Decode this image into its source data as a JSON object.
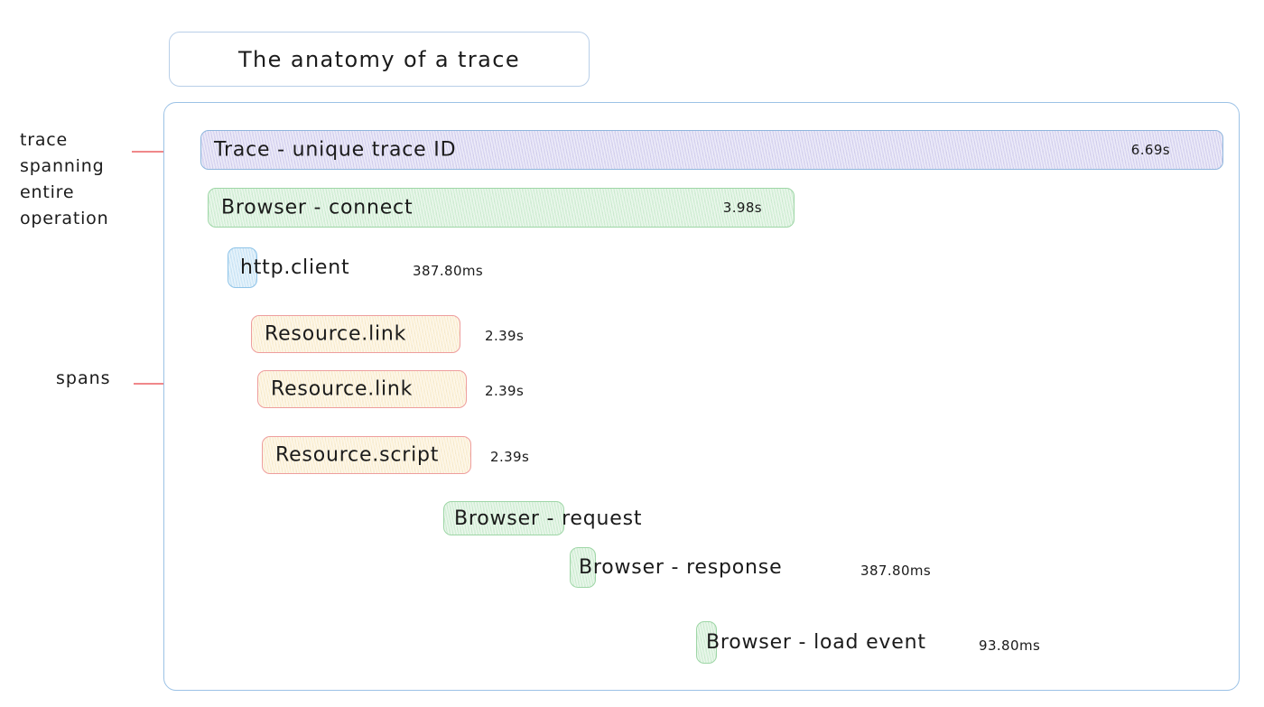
{
  "title": {
    "text": "The anatomy of a trace"
  },
  "annotations": {
    "trace_label": "trace spanning entire operation",
    "spans_label": "spans"
  },
  "colors": {
    "container_border": "#9cc2e6",
    "title_border": "#b9cfe8",
    "bracket_red": "#f0888a",
    "trace_fill": "#d9d6f2",
    "trace_border": "#8fb6dd",
    "browser_fill": "#d4f0d8",
    "browser_border": "#9ed6a6",
    "http_fill": "#cfe8f8",
    "http_border": "#8fc4e8",
    "resource_fill": "#fcf0d4",
    "resource_border": "#ee9e9e"
  },
  "rows": [
    {
      "name": "trace-root",
      "label": "Trace - unique trace ID",
      "duration": "6.69s",
      "duration_inside": true,
      "kind": "trace"
    },
    {
      "name": "browser-connect",
      "label": "Browser - connect",
      "duration": "3.98s",
      "duration_inside": true,
      "kind": "browser"
    },
    {
      "name": "http-client",
      "label": "http.client",
      "duration": "387.80ms",
      "duration_inside": false,
      "kind": "http"
    },
    {
      "name": "resource-link-1",
      "label": "Resource.link",
      "duration": "2.39s",
      "duration_inside": false,
      "kind": "resource"
    },
    {
      "name": "resource-link-2",
      "label": "Resource.link",
      "duration": "2.39s",
      "duration_inside": false,
      "kind": "resource"
    },
    {
      "name": "resource-script",
      "label": "Resource.script",
      "duration": "2.39s",
      "duration_inside": false,
      "kind": "resource"
    },
    {
      "name": "browser-request",
      "label": "Browser - request",
      "duration": "",
      "duration_inside": false,
      "kind": "browser"
    },
    {
      "name": "browser-response",
      "label": "Browser - response",
      "duration": "387.80ms",
      "duration_inside": false,
      "kind": "browser"
    },
    {
      "name": "browser-load-event",
      "label": "Browser - load event",
      "duration": "93.80ms",
      "duration_inside": false,
      "kind": "browser"
    }
  ]
}
